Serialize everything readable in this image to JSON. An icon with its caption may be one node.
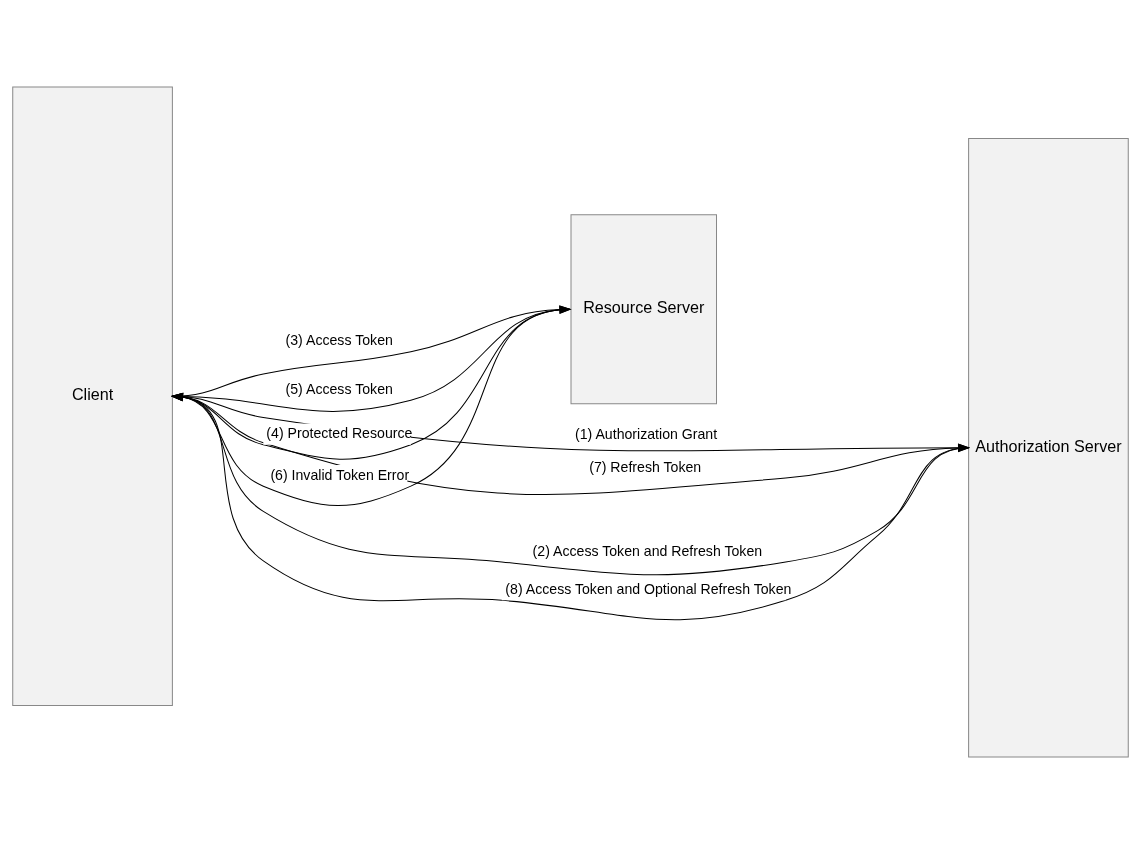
{
  "diagram": {
    "nodes": [
      {
        "text": [
          "Client"
        ]
      },
      {
        "text": [
          "Resource Server"
        ]
      },
      {
        "text": [
          "Authorization Server"
        ]
      }
    ],
    "edges": [
      {
        "from": 0,
        "to": 2,
        "arrow": "to",
        "label": "(1) Authorization Grant"
      },
      {
        "from": 2,
        "to": 0,
        "arrow": "to",
        "label": "(2) Access Token and Refresh Token"
      },
      {
        "from": 0,
        "to": 1,
        "arrow": "to",
        "label": "(3) Access Token"
      },
      {
        "from": 1,
        "to": 0,
        "arrow": "to",
        "label": "(4) Protected Resource"
      },
      {
        "from": 0,
        "to": 1,
        "arrow": "to",
        "label": "(5) Access Token"
      },
      {
        "from": 1,
        "to": 0,
        "arrow": "to",
        "label": "(6) Invalid Token Error"
      },
      {
        "from": 0,
        "to": 2,
        "arrow": "to",
        "label": "(7) Refresh Token"
      },
      {
        "from": 2,
        "to": 0,
        "arrow": "to",
        "label": "(8) Access Token and Optional Refresh Token"
      }
    ]
  }
}
